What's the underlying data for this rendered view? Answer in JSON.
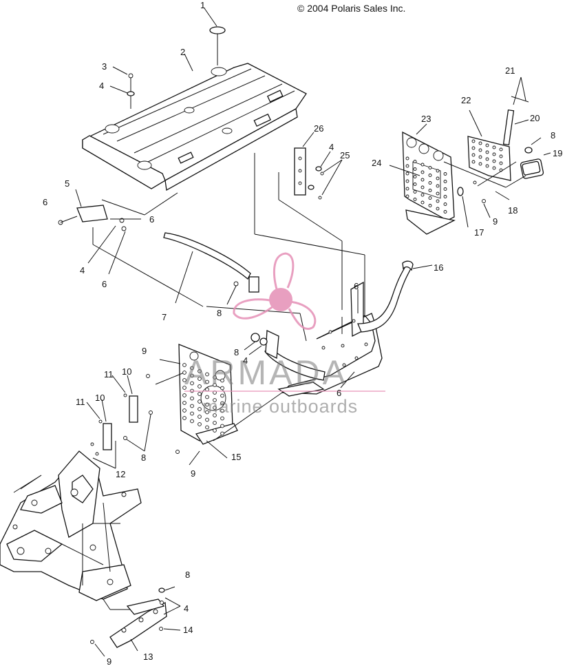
{
  "copyright": "© 2004 Polaris Sales Inc.",
  "watermark": {
    "brand": "ARMADA",
    "tagline": "marine outboards",
    "logo_color": "#e58fb6",
    "text_color": "#7a7a7a"
  },
  "callouts": {
    "c1": "1",
    "c2": "2",
    "c3": "3",
    "c4a": "4",
    "c5": "5",
    "c6a": "6",
    "c6b": "6",
    "c4b": "4",
    "c6c": "6",
    "c7": "7",
    "c8a": "8",
    "c6d": "6",
    "c8b": "8",
    "c4c": "4",
    "c6e": "6",
    "c9a": "9",
    "c15": "15",
    "c9b": "9",
    "c16": "16",
    "c26": "26",
    "c4d": "4",
    "c25": "25",
    "c21": "21",
    "c22": "22",
    "c23": "23",
    "c20": "20",
    "c8c": "8",
    "c24": "24",
    "c19": "19",
    "c18": "18",
    "c9c": "9",
    "c17": "17",
    "c11a": "11",
    "c10a": "10",
    "c11b": "11",
    "c10b": "10",
    "c8d": "8",
    "c12": "12",
    "c8e": "8",
    "c4e": "4",
    "c14": "14",
    "c13": "13",
    "c9d": "9"
  }
}
